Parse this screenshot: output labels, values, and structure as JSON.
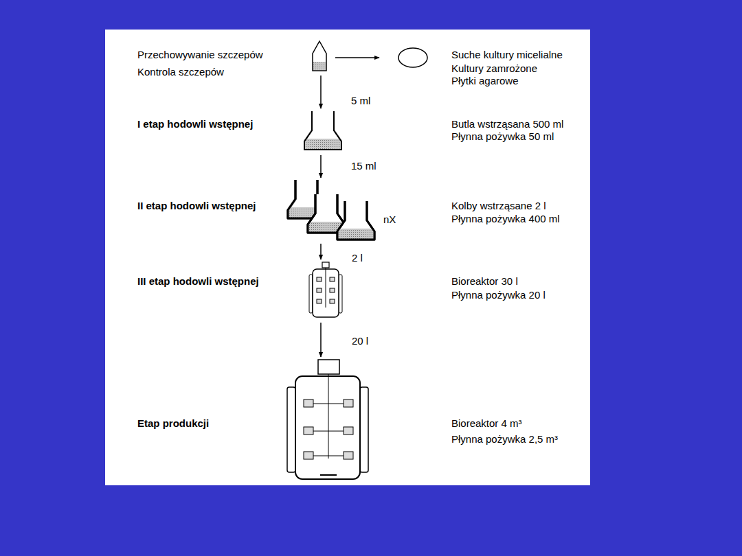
{
  "diagram": {
    "nodes": [
      {
        "text": [
          "Przechowywanie szczepów",
          "Kontrola szczepów"
        ]
      },
      {
        "text": [
          "Suche kultury micelialne",
          "Kultury zamrożone",
          "Płytki agarowe"
        ]
      },
      {
        "text": [
          "I etap hodowli wstępnej",
          "Butla wstrząsana 500 ml",
          "Płynna pożywka 50 ml"
        ]
      },
      {
        "text": [
          "II etap hodowli wstępnej",
          "nX",
          "Kolby wstrząsane 2 l",
          "Płynna pożywka 400 ml"
        ]
      },
      {
        "text": [
          "III etap hodowli wstępnej",
          "Bioreaktor 30 l",
          "Płynna pożywka 20 l"
        ]
      },
      {
        "text": [
          "Etap produkcji",
          "Bioreaktor 4 m³",
          "Płynna pożywka 2,5 m³"
        ]
      }
    ],
    "edges": [
      {
        "from": 0,
        "to": 1,
        "arrow": "to"
      },
      {
        "from": 0,
        "to": 2,
        "label": "5 ml",
        "arrow": "to"
      },
      {
        "from": 2,
        "to": 3,
        "label": "15 ml",
        "arrow": "to"
      },
      {
        "from": 3,
        "to": 4,
        "label": "2 l",
        "arrow": "to"
      },
      {
        "from": 4,
        "to": 5,
        "label": "20 l",
        "arrow": "to"
      }
    ]
  }
}
